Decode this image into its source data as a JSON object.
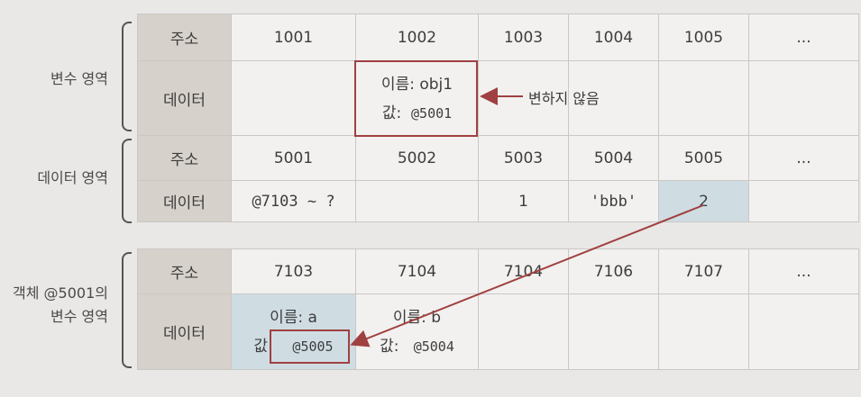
{
  "labels": {
    "variable_area": "변수 영역",
    "data_area": "데이터 영역",
    "object_area_line1": "객체 @5001의",
    "object_area_line2": "변수 영역",
    "unchanged_note": "변하지 않음"
  },
  "headers": {
    "address": "주소",
    "data": "데이터"
  },
  "variable_table": {
    "addresses": [
      "1001",
      "1002",
      "1003",
      "1004",
      "1005",
      "..."
    ],
    "cell_1002_name": "이름: obj1",
    "cell_1002_value_label": "값:",
    "cell_1002_value": "@5001"
  },
  "data_table": {
    "addresses": [
      "5001",
      "5002",
      "5003",
      "5004",
      "5005",
      "..."
    ],
    "values": [
      "@7103 ~ ?",
      "",
      "1",
      "'bbb'",
      "2",
      ""
    ]
  },
  "object_table": {
    "addresses": [
      "7103",
      "7104",
      "7104",
      "7106",
      "7107",
      "..."
    ],
    "cell_7103_name": "이름: a",
    "cell_7103_value_label": "값:",
    "cell_7103_value": "@5005",
    "cell_7104_name": "이름: b",
    "cell_7104_value_label": "값:",
    "cell_7104_value": "@5004"
  },
  "colors": {
    "header": "#d6d1ca",
    "cell": "#f2f1ef",
    "highlight": "#cfdde3",
    "accent": "#a04040"
  }
}
